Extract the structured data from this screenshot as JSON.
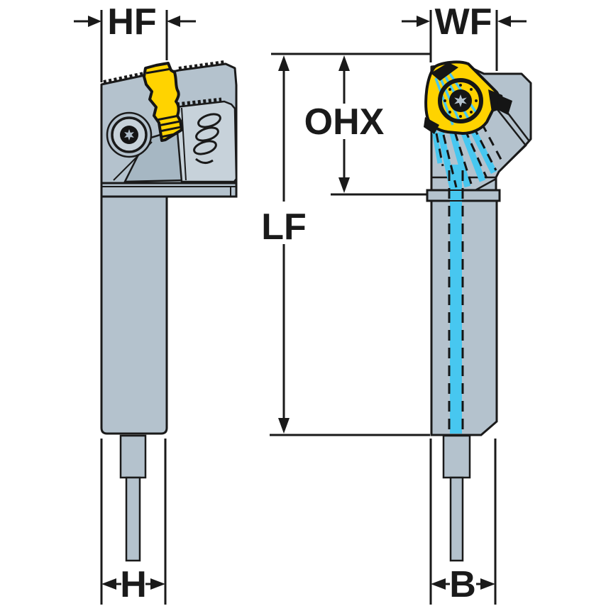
{
  "diagram": {
    "type": "technical-dimension-drawing",
    "subject": "Turning tool holder for threading insert, two orthographic views with coolant channels",
    "views": [
      {
        "id": "front",
        "description": "front view with insert blade, clamp screw and spring"
      },
      {
        "id": "side",
        "description": "side view with triangular insert, torx screw and internal coolant channels"
      }
    ],
    "colors": {
      "background": "#ffffff",
      "outline": "#1a1a1a",
      "steel": "#b4c2cd",
      "steel_light": "#c7d2da",
      "steel_dark": "#a6b7c3",
      "insert_yellow": "#ffd300",
      "coolant_cyan": "#47c7f0"
    },
    "dimensions": {
      "hf": {
        "label": "HF",
        "view": "front",
        "orientation": "horizontal",
        "location": "top"
      },
      "h": {
        "label": "H",
        "view": "front",
        "orientation": "horizontal",
        "location": "bottom"
      },
      "wf": {
        "label": "WF",
        "view": "side",
        "orientation": "horizontal",
        "location": "top"
      },
      "ohx": {
        "label": "OHX",
        "view": "side",
        "orientation": "vertical",
        "location": "upper"
      },
      "lf": {
        "label": "LF",
        "view": "side",
        "orientation": "vertical",
        "location": "full"
      },
      "b": {
        "label": "B",
        "view": "side",
        "orientation": "horizontal",
        "location": "bottom"
      }
    }
  }
}
